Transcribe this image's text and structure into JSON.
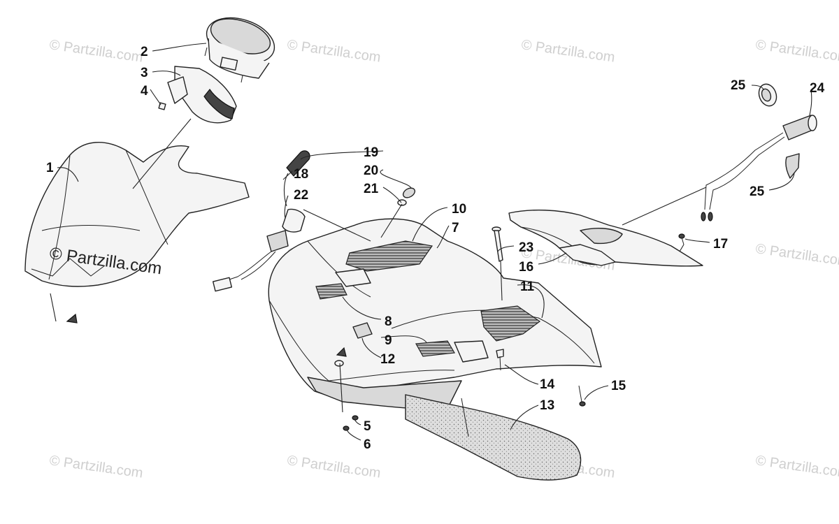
{
  "watermark": {
    "text": "© Partzilla.com",
    "main_text": "© Partzilla.com"
  },
  "callouts": [
    "1",
    "2",
    "3",
    "4",
    "5",
    "6",
    "7",
    "8",
    "9",
    "10",
    "11",
    "12",
    "13",
    "14",
    "15",
    "16",
    "17",
    "18",
    "19",
    "20",
    "21",
    "22",
    "23",
    "24",
    "25",
    "25"
  ],
  "colors": {
    "line": "#222222",
    "watermark": "#cfcfcf",
    "background": "#ffffff"
  }
}
